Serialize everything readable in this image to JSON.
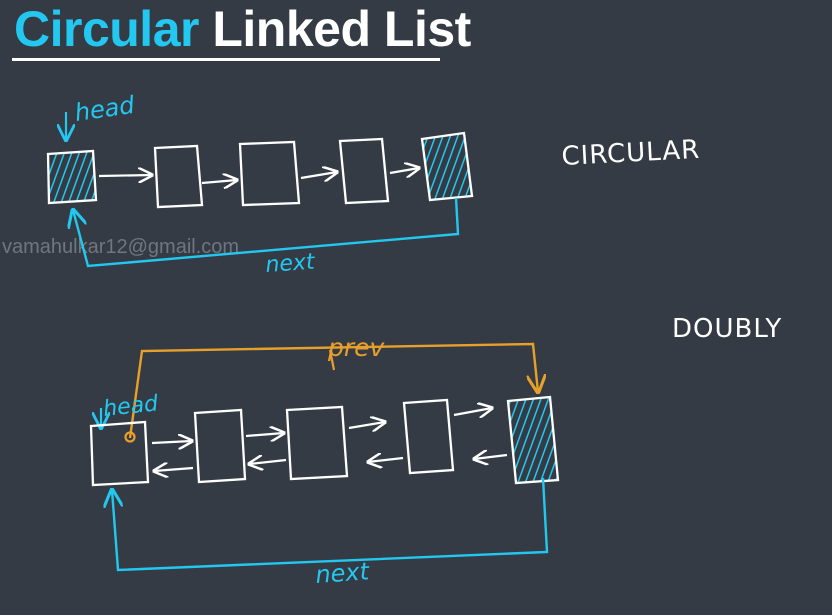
{
  "title": {
    "accent_word": "Circular",
    "rest": "Linked List"
  },
  "watermark": "vamahulkar12@gmail.com",
  "colors": {
    "background": "#353b45",
    "ink": "#ffffff",
    "cyan": "#22c8f0",
    "orange": "#e8a02a"
  },
  "circular": {
    "section_label": "CIRCULAR",
    "head_label": "head",
    "next_label": "next"
  },
  "doubly": {
    "section_label": "DOUBLY",
    "head_label": "head",
    "prev_label": "prev",
    "next_label": "next"
  }
}
